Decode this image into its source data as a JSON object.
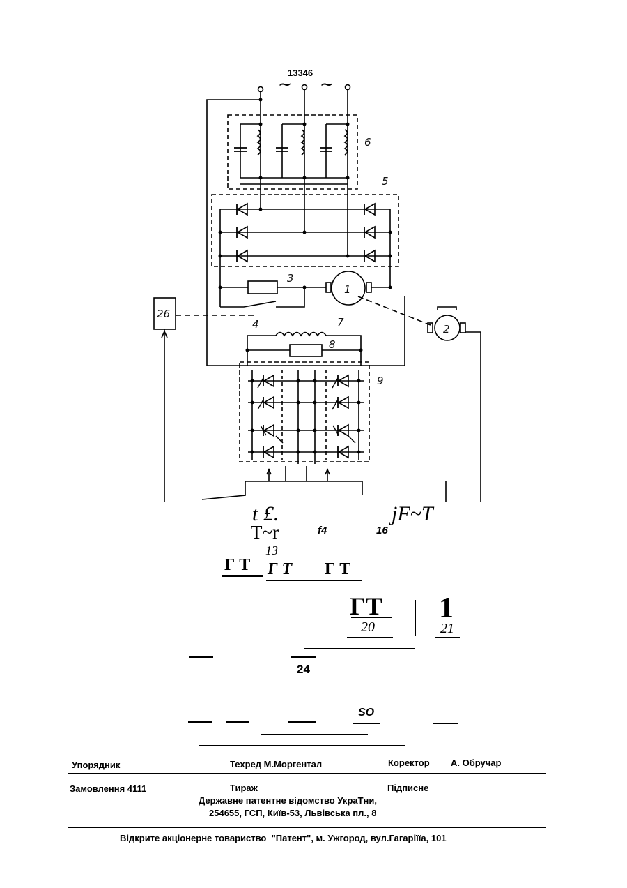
{
  "diagram": {
    "supply_label": "13346",
    "ac_symbols": [
      "~",
      "~"
    ],
    "labels": {
      "l1": "1",
      "l2": "2",
      "l3": "3",
      "l4": "4",
      "l5": "5",
      "l6": "6",
      "l7": "7",
      "l8": "8",
      "l9": "9",
      "l26": "26"
    }
  },
  "ocr_fragments": {
    "f1": "t £.",
    "f2": "T~r",
    "f3": "f4",
    "f4": "16",
    "f5": "jF~T",
    "f6": "13",
    "f7": "Г Т",
    "f8": "Г Т",
    "f9": "Г Т",
    "f10": "ГТ",
    "f11": "1",
    "f12": "20",
    "f13": "21",
    "f14": "24",
    "f15": "SO"
  },
  "footer": {
    "compiler_label": "Упорядник",
    "techred": "Техред М.Моргентал",
    "corrector_label": "Коректор",
    "corrector_name": "А. Обручар",
    "order": "Замовлення 4111",
    "circulation": "Тираж",
    "signed": "Підписне",
    "office_line1": "Державне патентне відомство УкраТни,",
    "office_line2": "254655, ГСП, Київ-53, Львівська пл., 8",
    "publisher": "Відкрите акціонерне товариство  \"Патент\", м. Ужгород, вул.Гагаріїїа, 101"
  }
}
